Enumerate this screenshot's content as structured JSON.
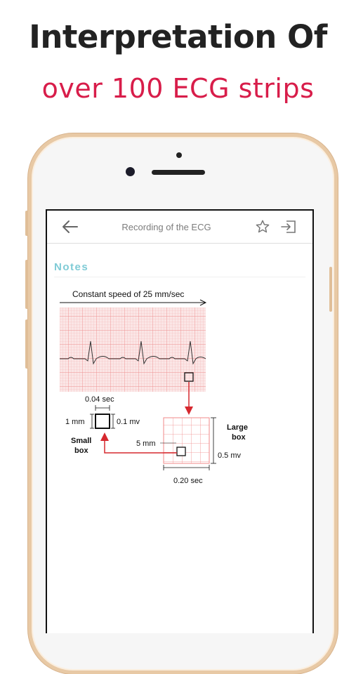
{
  "promo": {
    "headline": "Interpretation Of",
    "subheadline": "over 100 ECG strips",
    "subheadline_color": "#d81d4a"
  },
  "app": {
    "title": "Recording of the ECG",
    "back_icon": "arrow-left-icon",
    "favorite_icon": "star-outline-icon",
    "exit_icon": "sign-out-icon"
  },
  "content": {
    "section_label": "Notes",
    "section_color": "#7fcbd6"
  },
  "diagram": {
    "speed_label": "Constant speed of 25 mm/sec",
    "small_box_time": "0.04 sec",
    "small_box_height": "1 mm",
    "small_box_voltage": "0.1 mv",
    "small_box_label_1": "Small",
    "small_box_label_2": "box",
    "large_box_height": "5 mm",
    "large_box_label_1": "Large",
    "large_box_label_2": "box",
    "large_box_voltage": "0.5 mv",
    "large_box_time": "0.20 sec",
    "grid_color": "#f4a8a8",
    "arrow_color": "#d6282f"
  }
}
